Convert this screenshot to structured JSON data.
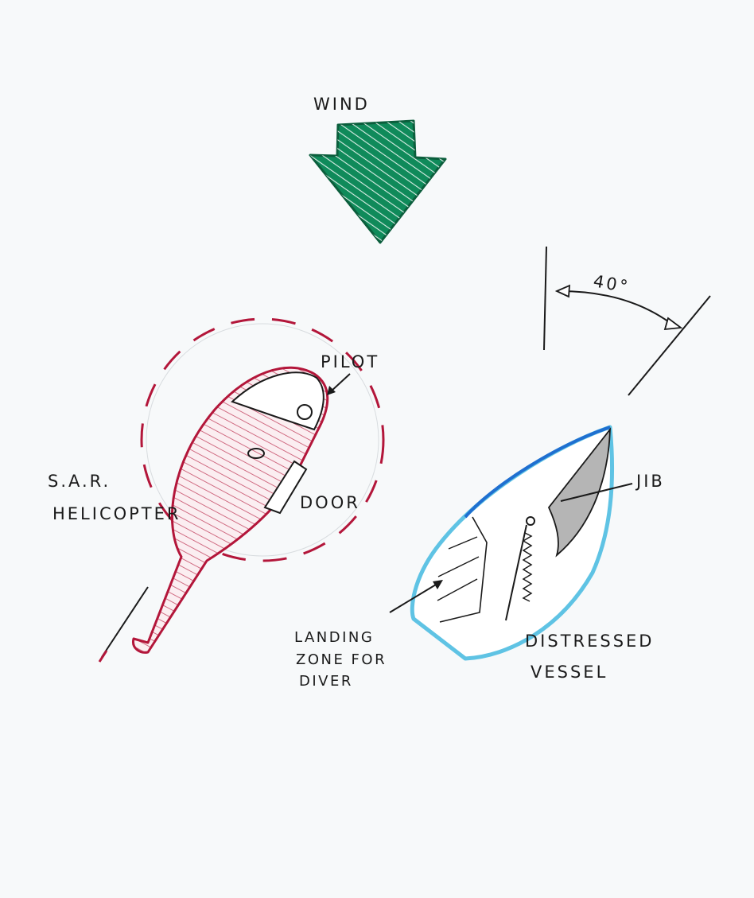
{
  "labels": {
    "wind": "WIND",
    "angle": "40°",
    "pilot": "PILOT",
    "helicopter_line1": "S.A.R.",
    "helicopter_line2": "HELICOPTER",
    "door": "DOOR",
    "jib": "JIB",
    "landing_line1": "LANDING",
    "landing_line2": "ZONE FOR",
    "landing_line3": "DIVER",
    "vessel_line1": "DISTRESSED",
    "vessel_line2": "VESSEL"
  },
  "colors": {
    "paper": "#f7f9fa",
    "ink": "#1a1a1a",
    "wind_arrow": "#0f8a5a",
    "helicopter": "#b3163a",
    "vessel_outline": "#5fc3e4",
    "vessel_bow": "#1f6fd0",
    "jib": "#b5b5b5"
  },
  "icons": {
    "wind_arrow": "down-arrow-icon",
    "helicopter": "helicopter-icon",
    "vessel": "sailboat-icon"
  }
}
